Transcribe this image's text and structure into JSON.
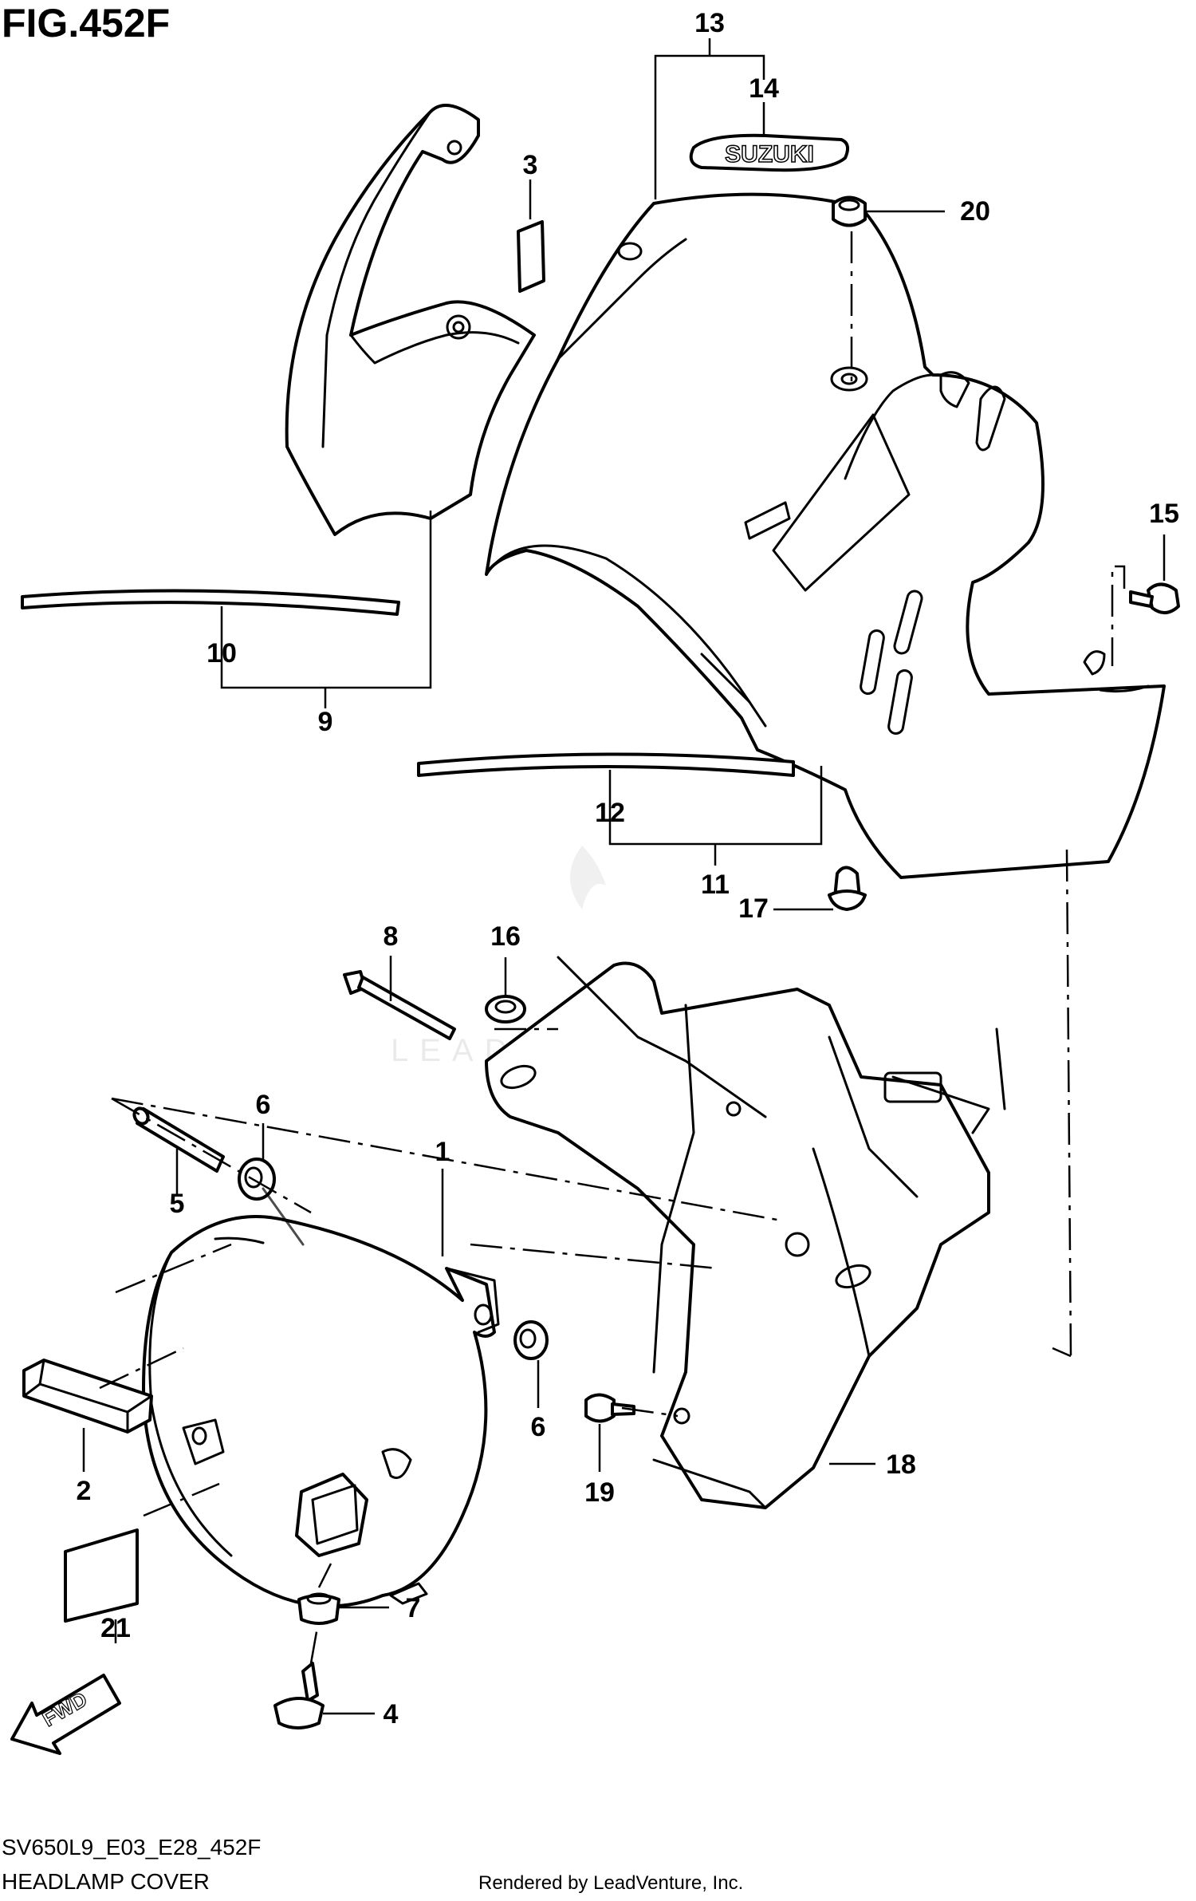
{
  "figure": {
    "title": "FIG.452F",
    "model_code": "SV650L9_E03_E28_452F",
    "section_name": "HEADLAMP COVER",
    "credit": "Rendered by LeadVenture, Inc.",
    "watermark": "LEADVENTURE"
  },
  "emblem_text": "SUZUKI",
  "fwd_label": "FWD",
  "callouts": [
    "1",
    "2",
    "3",
    "4",
    "5",
    "6",
    "6",
    "7",
    "8",
    "9",
    "10",
    "11",
    "12",
    "13",
    "14",
    "15",
    "16",
    "17",
    "18",
    "19",
    "20",
    "21"
  ]
}
